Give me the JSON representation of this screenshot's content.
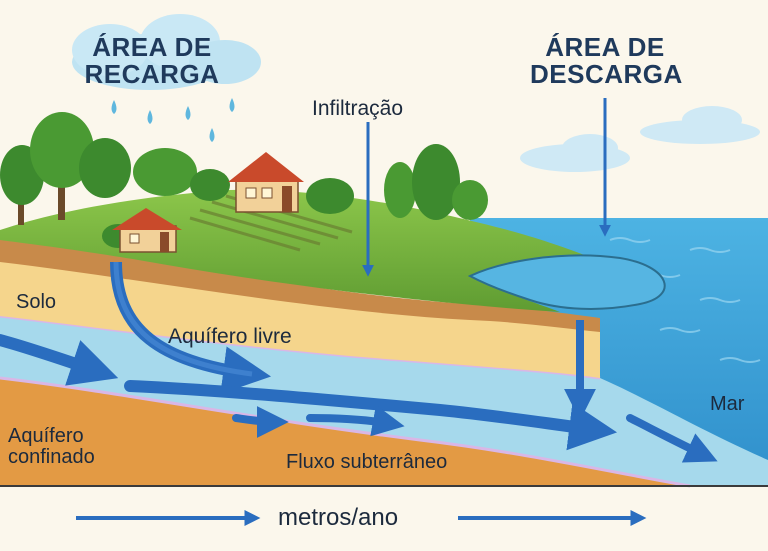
{
  "labels": {
    "recharge_area": [
      "ÁREA DE",
      "RECARGA"
    ],
    "discharge_area": [
      "ÁREA DE",
      "DESCARGA"
    ],
    "infiltration": "Infiltração",
    "soil": "Solo",
    "unconfined_aquifer": "Aquífero livre",
    "confined_aquifer": [
      "Aquífero",
      "confinado"
    ],
    "groundwater_flow": "Fluxo subterrâneo",
    "sea": "Mar",
    "scale": "metros/ano"
  },
  "colors": {
    "background": "#fbf7ec",
    "sea": "#3fa9dc",
    "aquifer_water": "#9fd6ea",
    "flow_arrow": "#2a6dbf",
    "grass": "#7ab640",
    "soil": "#f5d58c",
    "confined_layer": "#e39a44",
    "house_roof": "#c94a2b"
  },
  "icons": [
    "rain-cloud-icon",
    "cloud-icon",
    "tree-icon",
    "house-icon",
    "field-icon",
    "arrow-icon"
  ]
}
